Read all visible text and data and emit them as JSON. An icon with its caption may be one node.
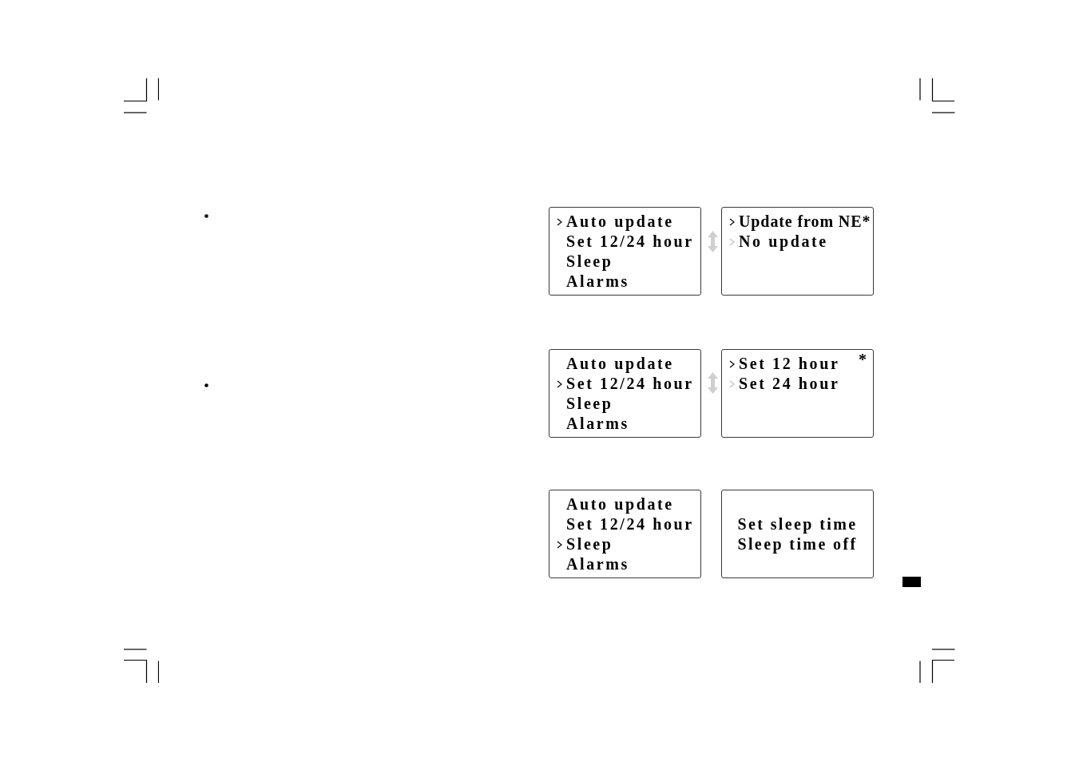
{
  "diagram": {
    "nodes": [
      {
        "text": [
          "Auto update",
          "Set 12/24 hour",
          "Sleep",
          "Alarms"
        ]
      },
      {
        "text": [
          "Update from NE*",
          "No update"
        ]
      },
      {
        "text": [
          "Auto update",
          "Set 12/24 hour",
          "Sleep",
          "Alarms"
        ]
      },
      {
        "text": [
          "Set 12 hour",
          "*",
          "Set 24 hour"
        ]
      },
      {
        "text": [
          "Auto update",
          "Set 12/24 hour",
          "Sleep",
          "Alarms"
        ]
      },
      {
        "text": [
          "Set sleep time",
          "Sleep time off"
        ]
      }
    ]
  }
}
